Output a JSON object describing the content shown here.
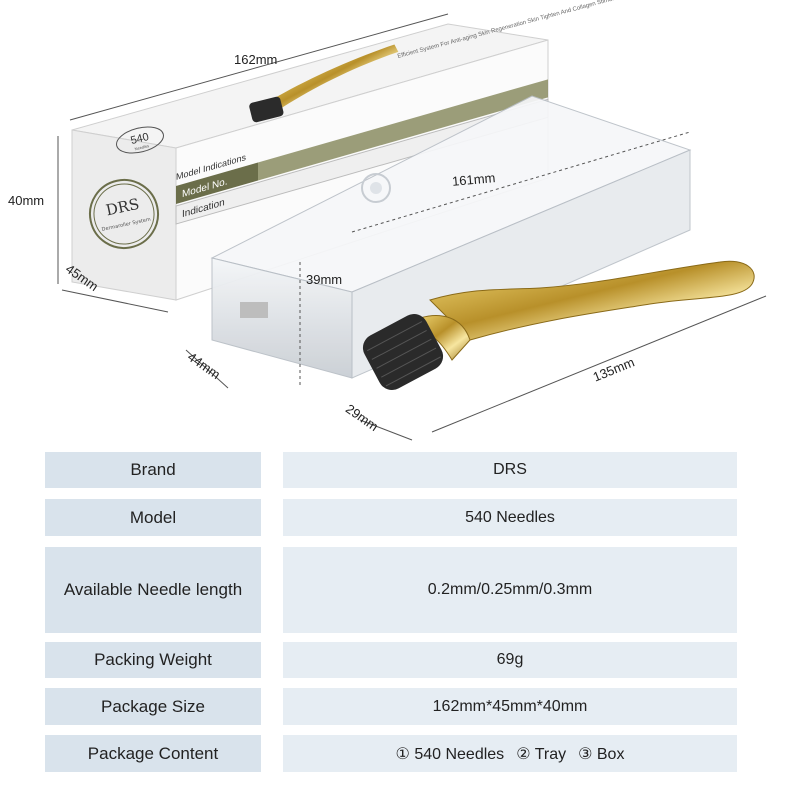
{
  "dimensions": {
    "box_length": "162mm",
    "box_height": "40mm",
    "box_depth": "45mm",
    "tray_length": "161mm",
    "tray_height": "39mm",
    "tray_depth": "44mm",
    "roller_length": "135mm",
    "roller_width": "29mm"
  },
  "box_print": {
    "brand": "DRS",
    "subtitle": "Dermaroller System",
    "badge": "540",
    "badge_sub": "Needles",
    "indications_title": "Model Indications",
    "model_no": "Model No.",
    "indication": "Indication",
    "tagline": "Efficient System For Anti-aging Skin Regeneration Skin Tighten And Collagen Stimulation Therapy"
  },
  "specs": [
    {
      "label": "Brand",
      "value": "DRS"
    },
    {
      "label": "Model",
      "value": "540 Needles"
    },
    {
      "label": "Available Needle length",
      "value": "0.2mm/0.25mm/0.3mm"
    },
    {
      "label": "Packing Weight",
      "value": "69g"
    },
    {
      "label": "Package Size",
      "value": "162mm*45mm*40mm"
    }
  ],
  "package_content": {
    "label": "Package Content",
    "items": [
      "① 540 Needles",
      "② Tray",
      "③ Box"
    ]
  },
  "colors": {
    "label_bg": "#d9e3ec",
    "value_bg": "#e6edf3",
    "gold": "#c9a43a",
    "box_green": "#6b6e4a"
  }
}
